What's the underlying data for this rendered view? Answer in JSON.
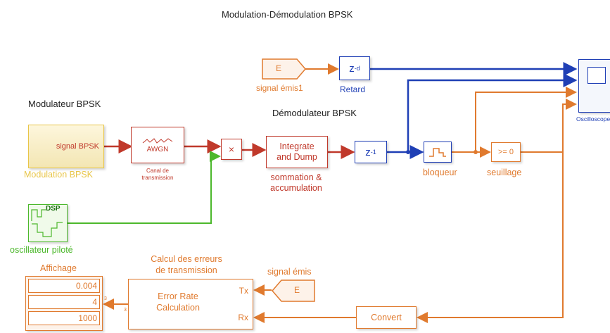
{
  "title": "Modulation-Démodulation BPSK",
  "sections": {
    "modulateur": "Modulateur BPSK",
    "demodulateur": "Démodulateur BPSK"
  },
  "blocks": {
    "modulation": {
      "port": "signal BPSK",
      "name": "Modulation BPSK"
    },
    "awgn": {
      "label": "AWGN",
      "name_line1": "Canal de",
      "name_line2": "transmission"
    },
    "product": {
      "symbol": "×"
    },
    "integrate": {
      "line1": "Integrate",
      "line2": "and Dump",
      "name_line1": "sommation &",
      "name_line2": "accumulation"
    },
    "z1": {
      "symbol": "z",
      "exp": "-1"
    },
    "from_e": {
      "label": "E",
      "name": "signal émis1"
    },
    "retard": {
      "symbol": "z",
      "exp": "-d",
      "name": "Retard"
    },
    "bloqueur": {
      "name": "bloqueur"
    },
    "seuillage": {
      "label": ">= 0",
      "name": "seuillage"
    },
    "oscilloscope": {
      "name": "Oscilloscope"
    },
    "oscillateur": {
      "label": "DSP",
      "name": "oscillateur piloté"
    },
    "error_rate": {
      "line1": "Error Rate",
      "line2": "Calculation",
      "port_tx": "Tx",
      "port_rx": "Rx",
      "name_line1": "Calcul des erreurs",
      "name_line2": "de transmission"
    },
    "signal_emis": {
      "label": "E",
      "name": "signal émis"
    },
    "convert": {
      "label": "Convert"
    },
    "affichage": {
      "name": "Affichage",
      "values": [
        "0.004",
        "4",
        "1000"
      ],
      "port_num": "3"
    }
  },
  "colors": {
    "red": "#c0392b",
    "blue": "#1f3fb5",
    "orange": "#e07a2e",
    "green": "#4cb82c",
    "yellow": "#e8c547"
  }
}
